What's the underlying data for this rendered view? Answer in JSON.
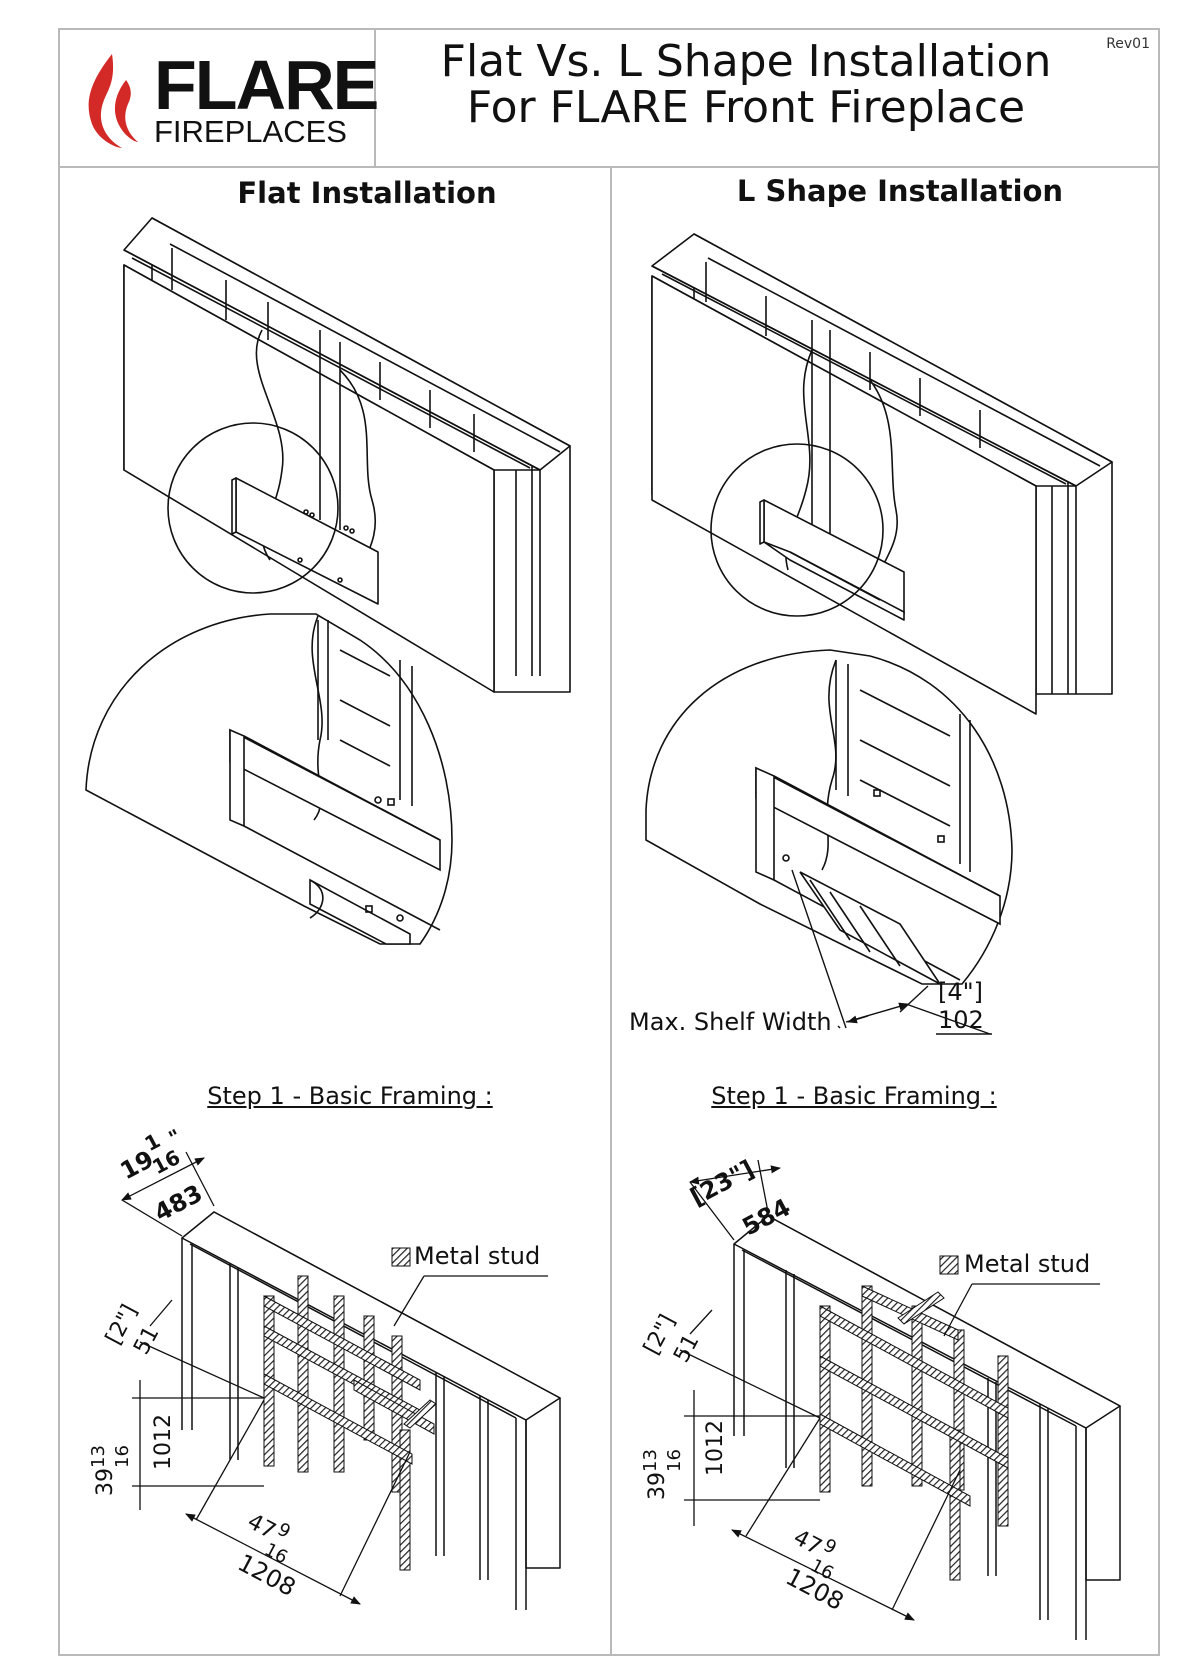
{
  "header": {
    "logo": {
      "word1": "FLARE",
      "word2": "FIREPLACES",
      "flame_color": "#d32a27"
    },
    "title_line1": "Flat Vs. L Shape Installation",
    "title_line2": "For FLARE Front Fireplace",
    "revision": "Rev01"
  },
  "flat": {
    "title": "Flat Installation",
    "step": "Step 1 - Basic Framing :",
    "metal_stud": "Metal stud",
    "dims": {
      "depth_in": "19",
      "depth_in_num": "1",
      "depth_in_den": "16",
      "depth_in_unit": "\"",
      "depth_mm": "483",
      "offset_in": "[2\"]",
      "offset_mm": "51",
      "height_in_whole": "39",
      "height_in_num": "13",
      "height_in_den": "16",
      "height_mm": "1012",
      "width_in_whole": "47",
      "width_in_num": "9",
      "width_in_den": "16",
      "width_mm": "1208"
    }
  },
  "lshape": {
    "title": "L Shape Installation",
    "step": "Step 1 - Basic Framing :",
    "metal_stud": "Metal stud",
    "shelf_label": "Max. Shelf Width",
    "shelf_in": "[4\"]",
    "shelf_mm": "102",
    "dims": {
      "depth_in": "[23\"]",
      "depth_mm": "584",
      "offset_in": "[2\"]",
      "offset_mm": "51",
      "height_in_whole": "39",
      "height_in_num": "13",
      "height_in_den": "16",
      "height_mm": "1012",
      "width_in_whole": "47",
      "width_in_num": "9",
      "width_in_den": "16",
      "width_mm": "1208"
    }
  }
}
